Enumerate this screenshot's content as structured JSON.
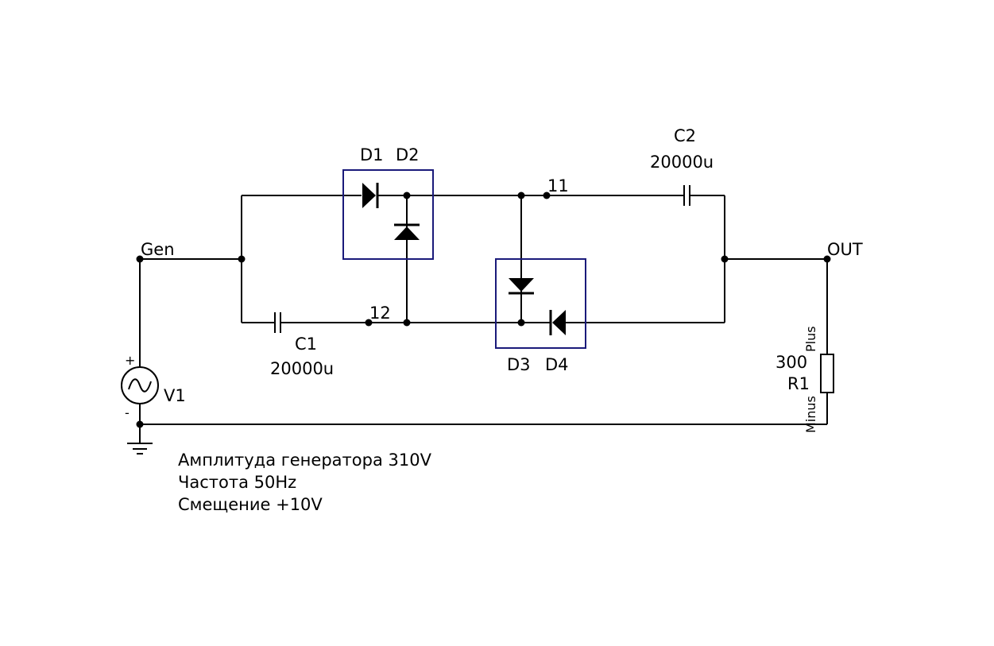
{
  "labels": {
    "gen": "Gen",
    "out": "OUT",
    "node_11": "11",
    "node_12": "12",
    "d1": "D1",
    "d2": "D2",
    "d3": "D3",
    "d4": "D4",
    "c1_name": "C1",
    "c1_value": "20000u",
    "c2_name": "C2",
    "c2_value": "20000u",
    "v1_name": "V1",
    "v1_plus": "+",
    "v1_minus": "-",
    "r1_name": "R1",
    "r1_value": "300",
    "r1_plus": "Plus",
    "r1_minus": "Minus"
  },
  "notes": {
    "line1": "Амплитуда генератора 310V",
    "line2": "Частота 50Hz",
    "line3": "Смещение +10V"
  }
}
